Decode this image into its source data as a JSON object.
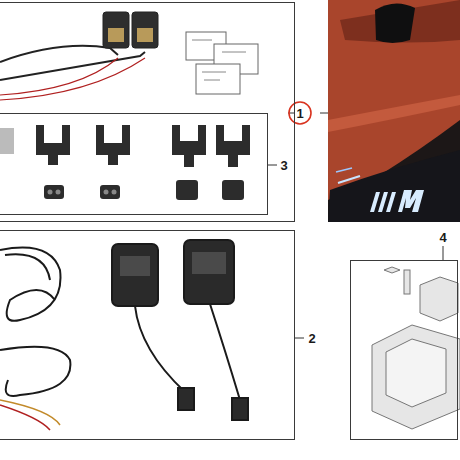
{
  "diagram": {
    "nodes": [
      {
        "text": [
          "1"
        ]
      },
      {
        "text": [
          "3"
        ],
        "in": 0
      },
      {
        "text": [
          "2"
        ]
      },
      {
        "text": [
          "4"
        ]
      }
    ]
  }
}
